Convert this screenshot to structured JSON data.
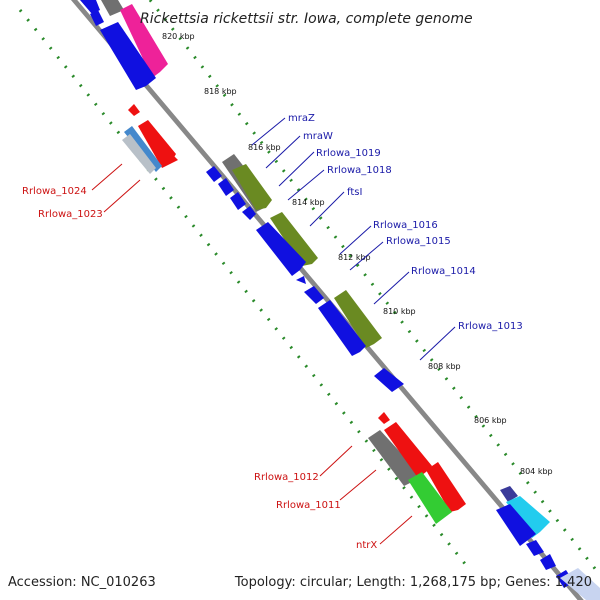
{
  "title": "Rickettsia rickettsii str. Iowa, complete genome",
  "footer": {
    "accession": "Accession: NC_010263",
    "summary": "Topology: circular; Length: 1,268,175 bp; Genes: 1,420"
  },
  "ticks": [
    "820 kbp",
    "818 kbp",
    "816 kbp",
    "814 kbp",
    "812 kbp",
    "810 kbp",
    "808 kbp",
    "806 kbp",
    "804 kbp"
  ],
  "labels_forward": [
    "mraZ",
    "mraW",
    "Rrlowa_1019",
    "Rrlowa_1018",
    "ftsI",
    "Rrlowa_1016",
    "Rrlowa_1015",
    "Rrlowa_1014",
    "Rrlowa_1013"
  ],
  "labels_reverse": [
    "Rrlowa_1024",
    "Rrlowa_1023",
    "Rrlowa_1012",
    "Rrlowa_1011",
    "ntrX"
  ],
  "colors": {
    "backbone": "#888888",
    "dots": "#2a8a2a",
    "cds_blue": "#1010e0",
    "cds_olive": "#6a8a22",
    "cds_gray": "#707070",
    "cds_red": "#ee1111",
    "cds_green": "#33cc33",
    "cds_magenta": "#ee2299",
    "cds_cyan": "#22ccee",
    "cds_lightblue": "#4488cc",
    "label_blue": "#1a1aa8",
    "label_red": "#cc1111"
  }
}
